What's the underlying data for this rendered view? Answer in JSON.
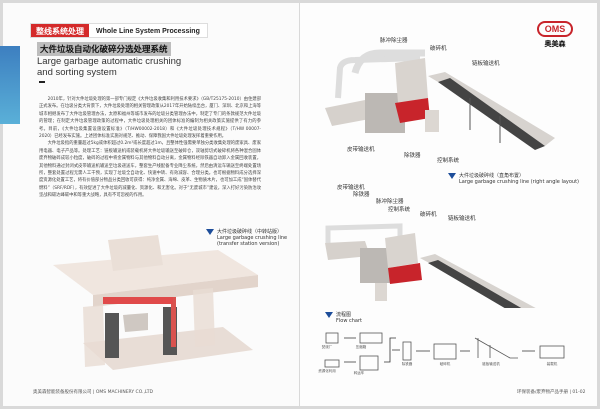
{
  "left_page": {
    "section_tag": {
      "cn": "整线系统处理",
      "en": "Whole Line System Processing"
    },
    "title_cn": "大件垃圾自动化破碎分选处理系统",
    "title_en_line1": "Large garbage automatic crushing",
    "title_en_line2": "and sorting system",
    "paragraphs": [
      "2010年，针对大件垃圾处理的第一部专门规定《大件垃圾收集和利用技术要求》（GB/T25175-2010）由住建部正式发布。在垃圾分类大背景下，大件垃圾处理的相关管理政策从2017年开始陆续出台，厦门、深圳、北京和上海等城市相继发布了大件垃圾管理办法，太原和福州等城市发布的垃圾分类管理办法中，制定了专门的条款规范大件垃圾的管理；在制定大件垃圾管理政策的过程中，大件垃圾处理相关的团体标准的编制为相关政策实施提供了有力的参考。目前，《大件垃圾集置设施设置标准》（T/HW00002-2018）和《大件垃圾处理技术规程》（T/HW 00007-2020）已经发布实施。上述团体标准实施对规范、推动、保障我国大件垃圾处理发挥着重要作用。",
      "大件垃圾指的重量超过5kg或体积超过0.2m³或长度超过1m，且整体性强需要单独分类收集处理的废家具、废家用电器、电子产品等。处理工艺：链板输送机或装载机将大件垃圾输送至破碎仓，双轴剪切式破碎机将各种混合固体废弃物破碎成较小粒度，破碎的过程中将金属物料与其他物料自动分离，金属物料经除铁器自动卸入金属回收装置，其他物料通过封闭式皮带输送机输送至垃圾递送车，整套生产线配备专业降尘系统，然后由清运车辆送至终端处置场所，整套处置过程无需人工干预，实现了垃圾全自动化、快速中转、有效减容、合理分类。也可根据物料成分选择深度资源化处置工艺，将有价值部分物品分类回收可获得：纯净金属、海绵、皮革、生物质木片，也可加工成“固体替代燃料”（SRF/RDF），有效促进了大件垃圾的减量化、资源化、和无害化。对于“无废城市”建设，深入打好污染防治攻坚战和碳达峰碳中和等重大战略，具有不可忽视的作用。"
    ],
    "caption": {
      "cn": "大件垃圾破碎线（中转站版）",
      "en1": "Large garbage crushing line",
      "en2": "(transfer station version)"
    },
    "footer": "奥美森智能装备股份有限公司 | OMS MACHINERY CO.,LTD"
  },
  "right_page": {
    "logo": {
      "mark": "OMS",
      "name": "奥美森",
      "color": "#c8242b"
    },
    "machine1_labels": [
      "脉冲除尘器",
      "破碎机",
      "链板输送机",
      "皮带输送机",
      "除铁器",
      "控制系统"
    ],
    "caption1": {
      "cn": "大件垃圾破碎线（直角布置）",
      "en": "Large garbage crushing line (right angle layout)"
    },
    "machine2_labels": [
      "皮带输送机",
      "除铁器",
      "脉冲除尘器",
      "控制系统",
      "破碎机",
      "链板输送机"
    ],
    "flow_chart": {
      "title_cn": "流程图",
      "title_en": "Flow chart",
      "steps": [
        "装载机",
        "链板输送机",
        "破碎机",
        "除铁器",
        "压缩箱",
        "转运车",
        "焚烧厂",
        "资源化利用"
      ]
    },
    "footer": "环保装备/废弃物产品手册 | 01-02"
  },
  "colors": {
    "accent_red": "#d42a2a",
    "accent_blue": "#1d4d9a",
    "machine_red": "#c8242b"
  }
}
